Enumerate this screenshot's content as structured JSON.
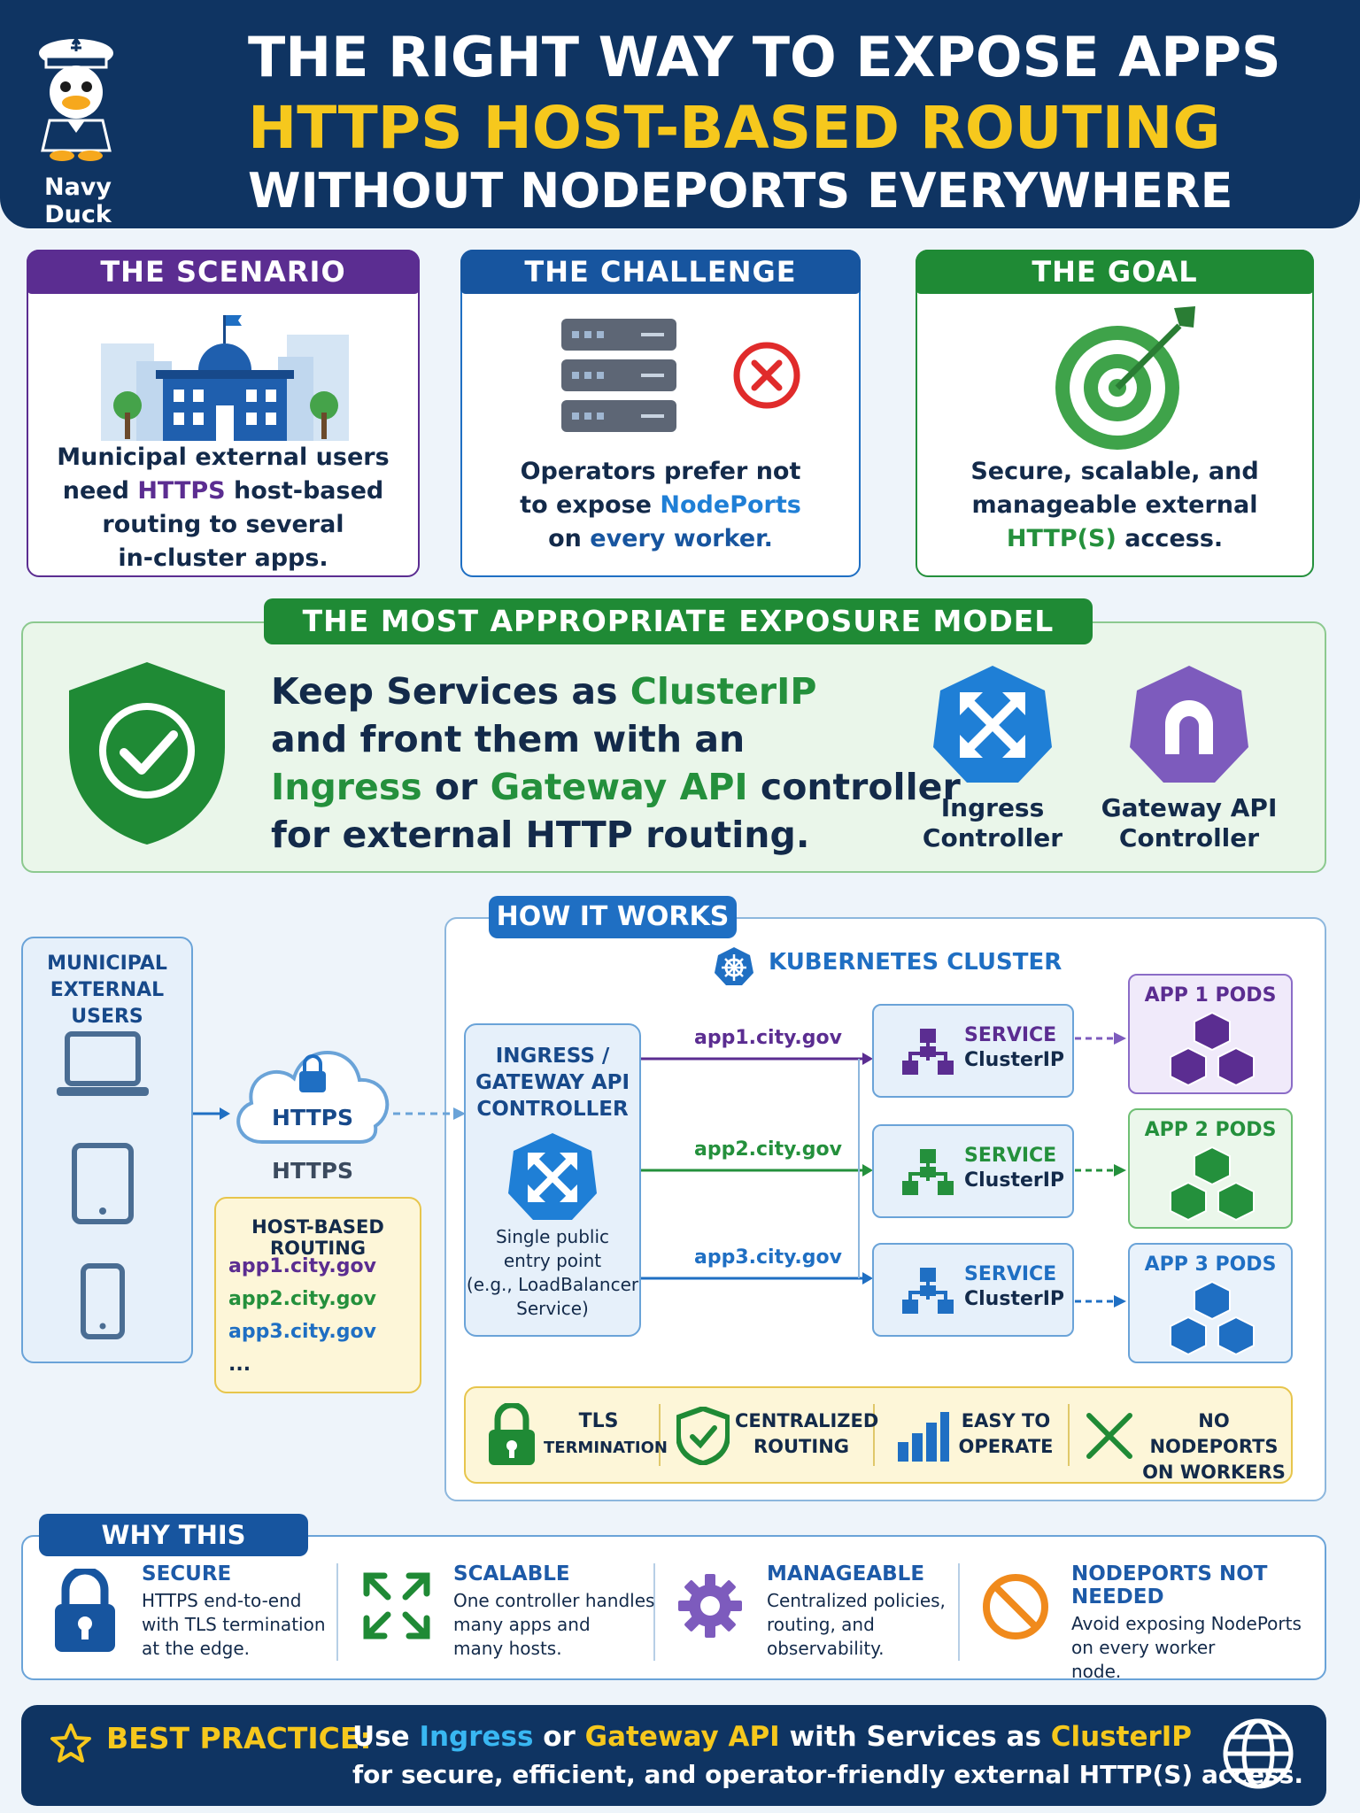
{
  "header": {
    "mascot_label": "Navy Duck",
    "line1": "THE RIGHT WAY TO EXPOSE APPS",
    "line2": "HTTPS HOST-BASED ROUTING",
    "line3": "WITHOUT NODEPORTS EVERYWHERE"
  },
  "scenario": {
    "title": "THE SCENARIO",
    "l1": "Municipal external users",
    "l2a": "need ",
    "l2b": "HTTPS",
    "l2c": " host-based",
    "l3": "routing to several",
    "l4": "in-cluster apps."
  },
  "challenge": {
    "title": "THE CHALLENGE",
    "l1": "Operators prefer not",
    "l2a": "to expose ",
    "l2b": "NodePorts",
    "l3a": "on ",
    "l3b": "every worker."
  },
  "goal": {
    "title": "THE GOAL",
    "l1": "Secure, scalable, and",
    "l2": "manageable external",
    "l3a": "HTTP(S)",
    "l3b": " access."
  },
  "model": {
    "title": "THE MOST APPROPRIATE EXPOSURE MODEL",
    "l1a": "Keep Services as ",
    "l1b": "ClusterIP",
    "l2": "and front them with an",
    "l3a": "Ingress",
    "l3b": " or ",
    "l3c": "Gateway API",
    "l3d": " controller",
    "l4": "for external HTTP routing.",
    "ingress_l1": "Ingress",
    "ingress_l2": "Controller",
    "gateway_l1": "Gateway API",
    "gateway_l2": "Controller"
  },
  "how": {
    "title": "HOW IT WORKS",
    "users_l1": "MUNICIPAL",
    "users_l2": "EXTERNAL USERS",
    "cloud_label": "HTTPS",
    "https_below": "HTTPS",
    "routing_title": "HOST-BASED ROUTING",
    "routing_hosts": [
      "app1.city.gov",
      "app2.city.gov",
      "app3.city.gov",
      "..."
    ],
    "cluster_label": "KUBERNETES CLUSTER",
    "ctrl_l1": "INGRESS /",
    "ctrl_l2": "GATEWAY API",
    "ctrl_l3": "CONTROLLER",
    "ctrl_d1": "Single public",
    "ctrl_d2": "entry point",
    "ctrl_d3": "(e.g., LoadBalancer",
    "ctrl_d4": "Service)",
    "route1": "app1.city.gov",
    "route2": "app2.city.gov",
    "route3": "app3.city.gov",
    "svc1_l1": "SERVICE",
    "svc1_l2": "ClusterIP",
    "svc2_l1": "SERVICE",
    "svc2_l2": "ClusterIP",
    "svc3_l1": "SERVICE",
    "svc3_l2": "ClusterIP",
    "pod1": "APP 1 PODS",
    "pod2": "APP 2 PODS",
    "pod3": "APP 3 PODS",
    "feat1_l1": "TLS",
    "feat1_l2": "TERMINATION",
    "feat2_l1": "CENTRALIZED",
    "feat2_l2": "ROUTING",
    "feat3_l1": "EASY TO",
    "feat3_l2": "OPERATE",
    "feat4_l1": "NO NODEPORTS",
    "feat4_l2": "ON WORKERS"
  },
  "why": {
    "title": "WHY THIS MODEL?",
    "secure_h": "SECURE",
    "secure_d": [
      "HTTPS end-to-end",
      "with TLS termination",
      "at the edge."
    ],
    "scalable_h": "SCALABLE",
    "scalable_d": [
      "One controller handles",
      "many apps and",
      "many hosts."
    ],
    "manageable_h": "MANAGEABLE",
    "manageable_d": [
      "Centralized policies,",
      "routing, and",
      "observability."
    ],
    "nodeports_h": "NODEPORTS NOT NEEDED",
    "nodeports_d": [
      "Avoid exposing NodePorts",
      "on every worker",
      "node."
    ]
  },
  "footer": {
    "label": "BEST PRACTICE:",
    "p1": "Use ",
    "p2": "Ingress",
    "p3": " or ",
    "p4": "Gateway API",
    "p5": " with Services as ",
    "p6": "ClusterIP",
    "line2": "for secure, efficient, and operator-friendly external HTTP(S) access."
  },
  "colors": {
    "navy": "#0f3462",
    "yellow": "#f6c81d",
    "purple": "#5b2d91",
    "blue": "#1f6fc3",
    "green": "#24903c",
    "orange": "#f08a1c"
  }
}
